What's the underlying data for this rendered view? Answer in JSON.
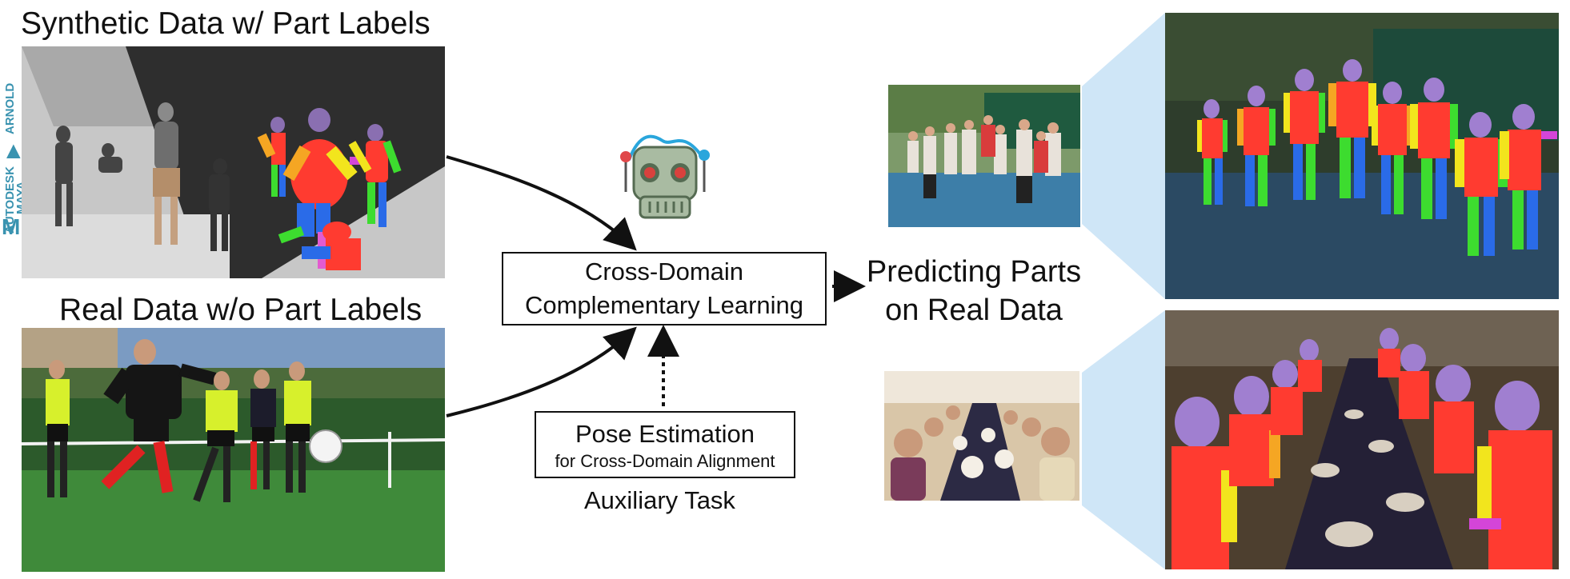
{
  "captions": {
    "synthetic": "Synthetic Data w/ Part Labels",
    "real": "Real Data w/o Part Labels",
    "auxiliary": "Auxiliary Task",
    "predicting_line1": "Predicting Parts",
    "predicting_line2": "on Real Data"
  },
  "boxes": {
    "learning_line1": "Cross-Domain",
    "learning_line2": "Complementary Learning",
    "pose_title": "Pose Estimation",
    "pose_subtitle": "for Cross-Domain Alignment"
  },
  "vendor_logos": {
    "arnold": "ARNOLD",
    "autodesk": "AUTODESK",
    "maya": "MAYA"
  },
  "icons": {
    "robot": "robot-icon",
    "arrow": "arrow-icon",
    "dotted_arrow": "dotted-arrow-icon"
  },
  "colors": {
    "zoom_trapezoid": "#cfe6f7",
    "robot_face": "#a9bba2",
    "robot_eye": "#d9413d",
    "robot_antenna_red": "#e0484a",
    "robot_antenna_blue": "#2aa6dc"
  }
}
